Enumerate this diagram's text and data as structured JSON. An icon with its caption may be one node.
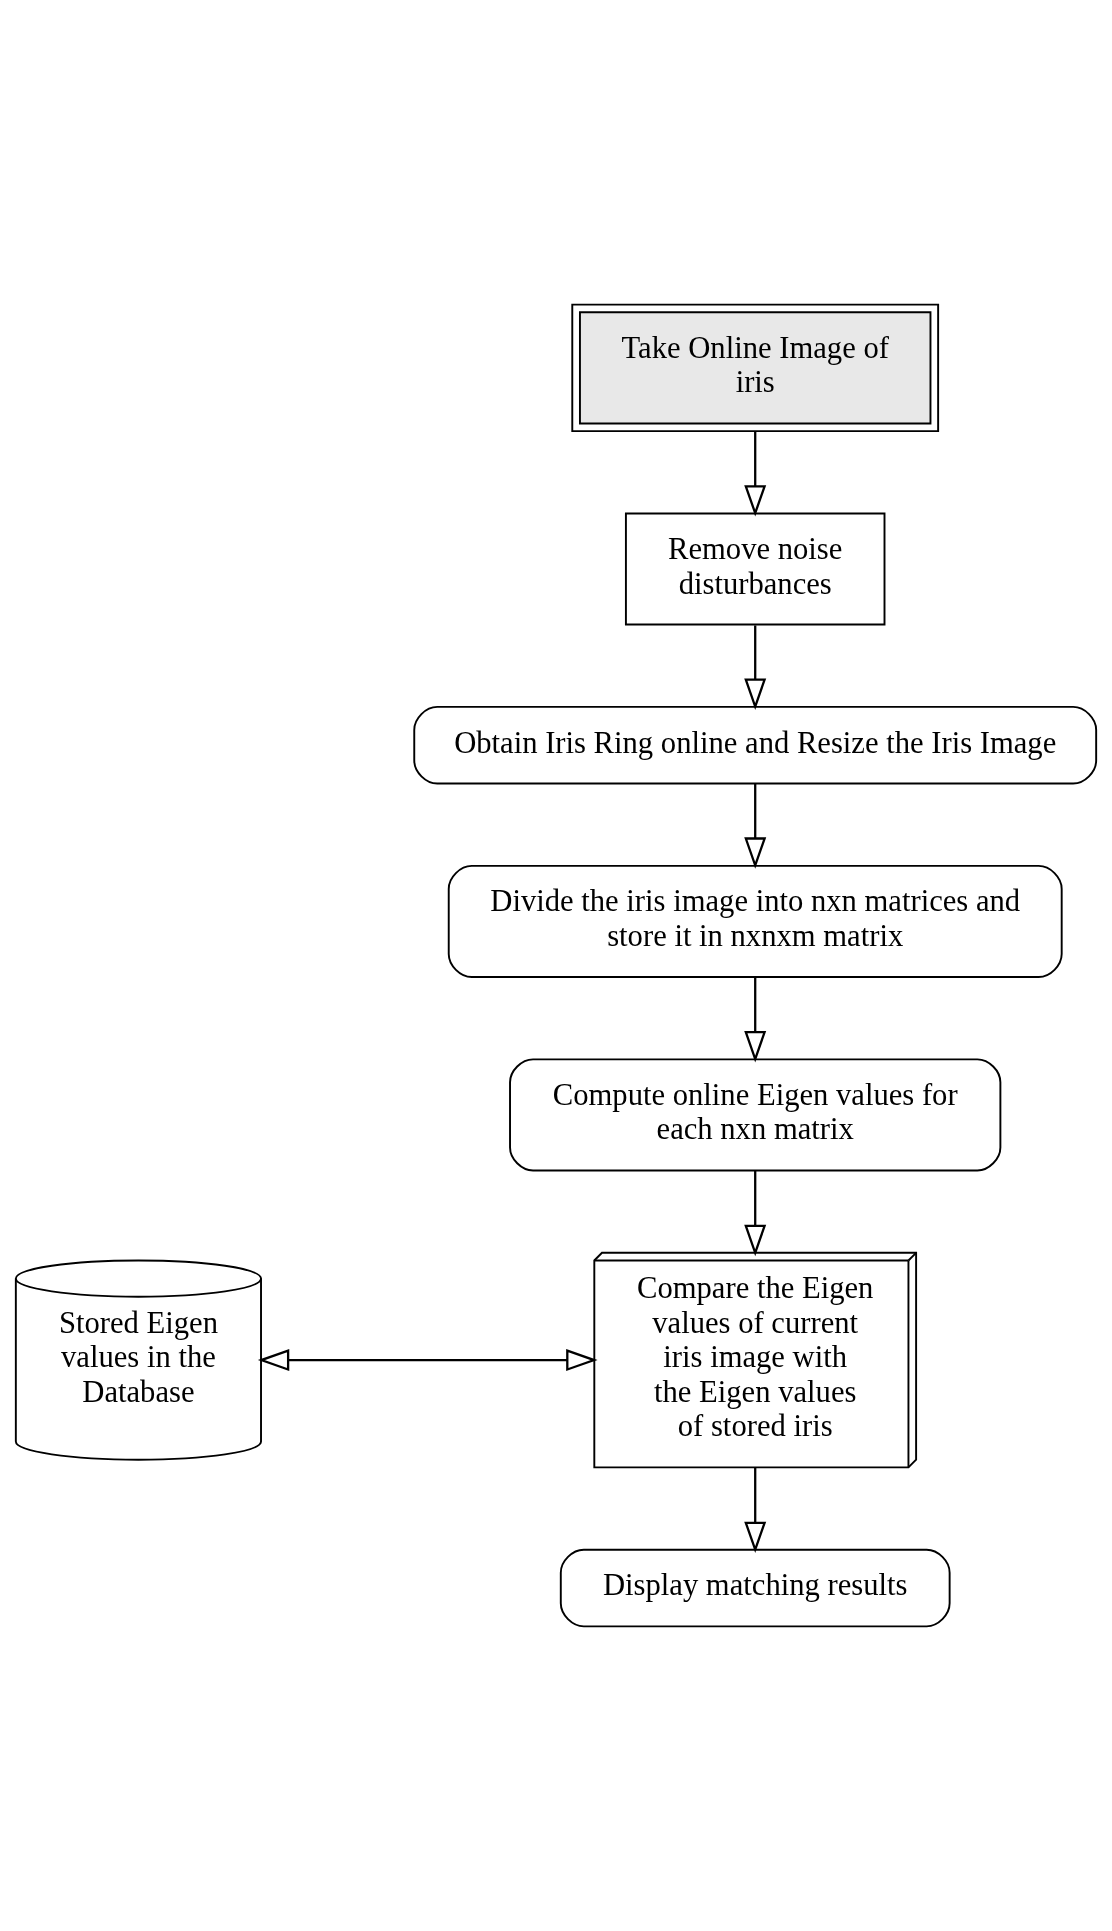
{
  "diagram": {
    "nodes": [
      {
        "text": [
          "Take Online Image of iris"
        ]
      },
      {
        "text": [
          "Remove noise disturbances"
        ]
      },
      {
        "text": [
          "Obtain Iris Ring online and Resize the Iris Image"
        ]
      },
      {
        "text": [
          "Divide the iris image into nxn matrices and store it in nxnxm matrix"
        ]
      },
      {
        "text": [
          "Compute online Eigen values for each nxn matrix"
        ]
      },
      {
        "text": [
          "Stored Eigen values in the Database"
        ]
      },
      {
        "text": [
          "Compare the Eigen values of current iris image with the Eigen values of stored iris"
        ]
      },
      {
        "text": [
          "Display matching results"
        ]
      }
    ],
    "edges": [
      {
        "from": 0,
        "to": 1,
        "arrow": "to"
      },
      {
        "from": 1,
        "to": 2,
        "arrow": "to"
      },
      {
        "from": 2,
        "to": 3,
        "arrow": "to"
      },
      {
        "from": 3,
        "to": 4,
        "arrow": "to"
      },
      {
        "from": 4,
        "to": 6,
        "arrow": "to"
      },
      {
        "from": 5,
        "to": 6,
        "arrow": "both"
      },
      {
        "from": 6,
        "to": 7,
        "arrow": "to"
      }
    ]
  }
}
